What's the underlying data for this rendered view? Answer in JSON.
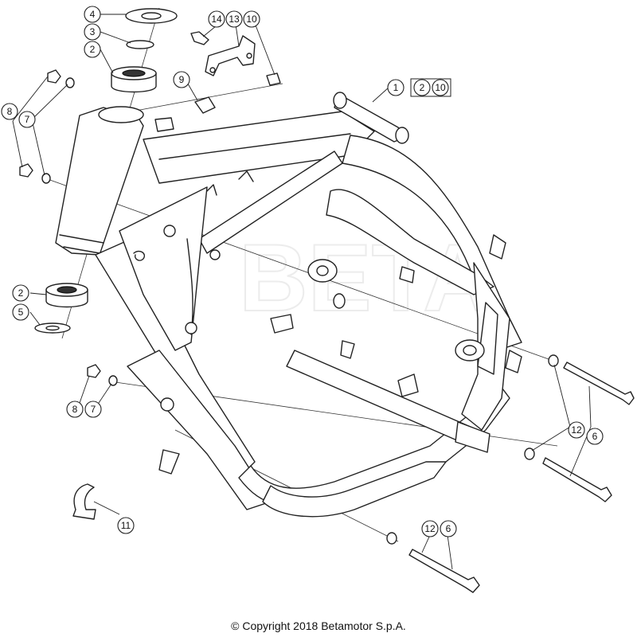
{
  "copyright": "© Copyright 2018 Betamotor S.p.A.",
  "callouts": {
    "c1": "1",
    "c2a": "2",
    "c10a": "10",
    "c4": "4",
    "c3": "3",
    "c2b": "2",
    "c14": "14",
    "c13": "13",
    "c10b": "10",
    "c9": "9",
    "c8a": "8",
    "c7a": "7",
    "c2c": "2",
    "c5": "5",
    "c8b": "8",
    "c7b": "7",
    "c12a": "12",
    "c6a": "6",
    "c12b": "12",
    "c6b": "6",
    "c11": "11"
  }
}
